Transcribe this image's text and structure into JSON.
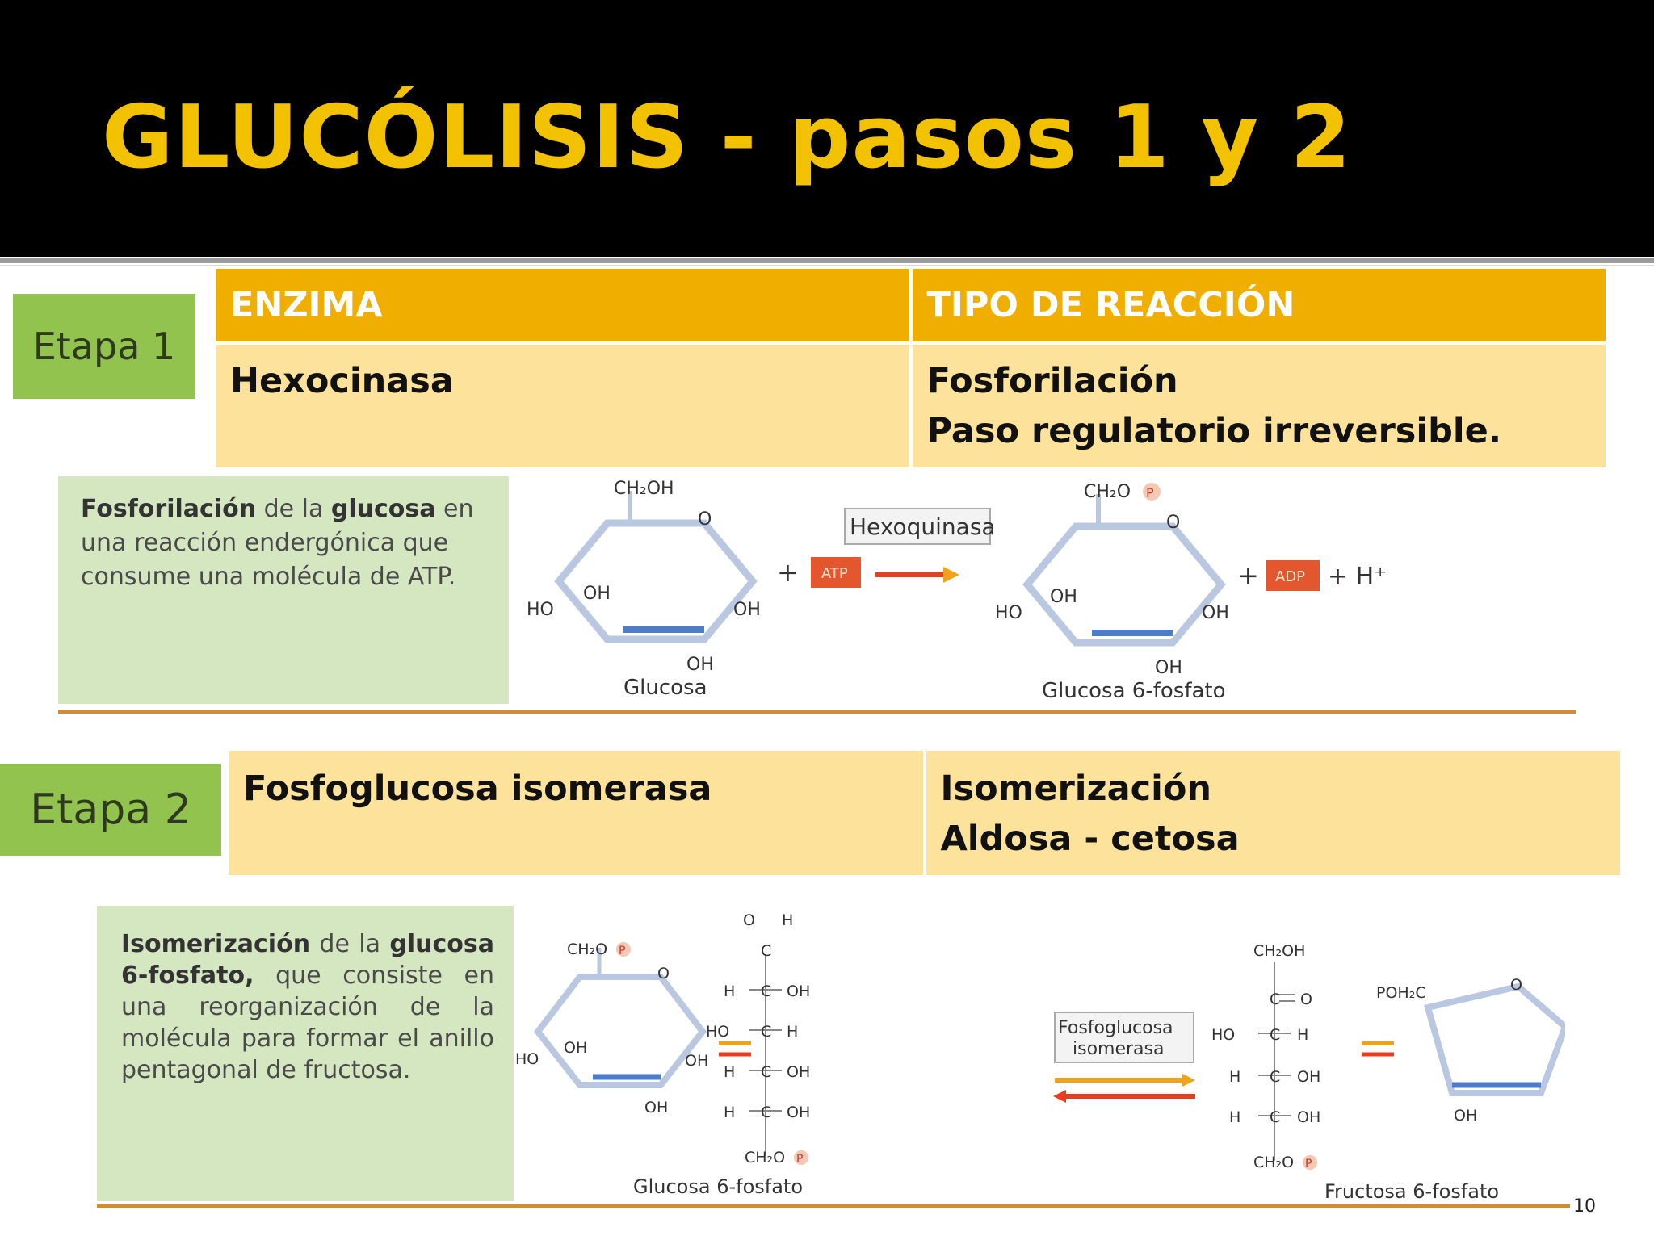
{
  "title": "GLUCÓLISIS - pasos 1 y 2",
  "page_number": "10",
  "step1": {
    "etapa": "Etapa 1",
    "header": {
      "enzyme": "ENZIMA",
      "reaction_type": "TIPO DE REACCIÓN"
    },
    "enzyme": "Hexocinasa",
    "reaction_line1": "Fosforilación",
    "reaction_line2": "Paso regulatorio irreversible.",
    "figure": {
      "caption_a": "Fosforilación",
      "caption_b": " de la ",
      "caption_c": "glucosa",
      "caption_d": " en una reacción endergónica que consume una molécula de ATP.",
      "substrate_label": "Glucosa",
      "product_label": "Glucosa 6-fosfato",
      "enzyme_box": "Hexoquinasa",
      "atp": "ATP",
      "adp": "ADP",
      "plus": "+",
      "proton": "+ H⁺",
      "ch2oh": "CH₂OH",
      "ch2op": "CH₂O",
      "p": "P",
      "o": "O",
      "ho": "HO",
      "oh": "OH"
    }
  },
  "step2": {
    "etapa": "Etapa 2",
    "enzyme": "Fosfoglucosa isomerasa",
    "reaction_line1": "Isomerización",
    "reaction_line2": "Aldosa - cetosa",
    "figure": {
      "caption_a": "Isomerización",
      "caption_b": " de la ",
      "caption_c": "glucosa 6-fosfato,",
      "caption_d": " que consiste en una reorganización de la molécula para formar el anillo pentagonal de fructosa.",
      "substrate_label": "Glucosa 6-fosfato",
      "product_label": "Fructosa 6-fosfato",
      "enzyme_box_line1": "Fosfoglucosa",
      "enzyme_box_line2": "isomerasa",
      "poh2c": "POH₂C",
      "c": "C",
      "h": "H",
      "ch2oh": "CH₂OH",
      "ch2op": "CH₂O",
      "p": "P",
      "o": "O",
      "ho": "HO",
      "oh": "OH"
    }
  }
}
